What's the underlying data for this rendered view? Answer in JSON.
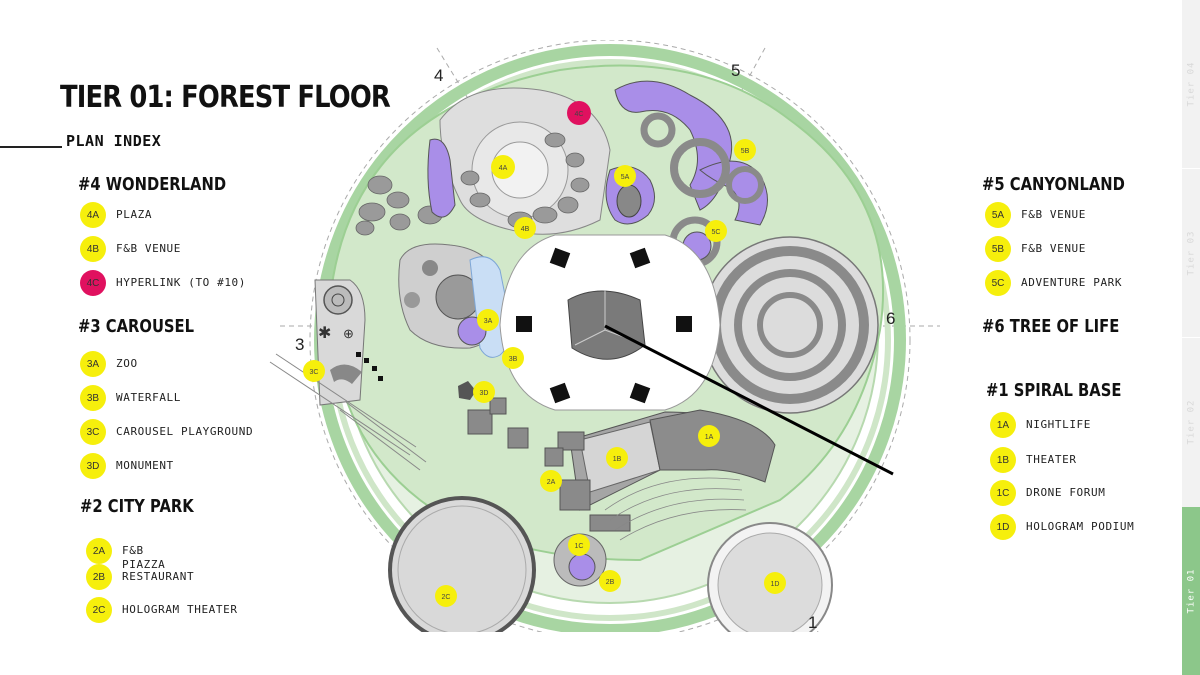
{
  "title": "TIER 01: FOREST FLOOR",
  "plan_index_label": "PLAN INDEX",
  "sections": {
    "wonderland": {
      "heading": "#4 WONDERLAND",
      "items": [
        {
          "code": "4A",
          "label": "PLAZA"
        },
        {
          "code": "4B",
          "label": "F&B VENUE"
        },
        {
          "code": "4C",
          "label": "HYPERLINK (TO #10)"
        }
      ]
    },
    "carousel": {
      "heading": "#3 CAROUSEL",
      "items": [
        {
          "code": "3A",
          "label": "ZOO"
        },
        {
          "code": "3B",
          "label": "WATERFALL"
        },
        {
          "code": "3C",
          "label": "CAROUSEL PLAYGROUND"
        },
        {
          "code": "3D",
          "label": "MONUMENT"
        }
      ]
    },
    "city_park": {
      "heading": "#2 CITY PARK",
      "items": [
        {
          "code": "2A",
          "label": "F&B\nPIAZZA"
        },
        {
          "code": "2B",
          "label": "RESTAURANT"
        },
        {
          "code": "2C",
          "label": "HOLOGRAM THEATER"
        }
      ]
    },
    "canyonland": {
      "heading": "#5 CANYONLAND",
      "items": [
        {
          "code": "5A",
          "label": "F&B VENUE"
        },
        {
          "code": "5B",
          "label": "F&B VENUE"
        },
        {
          "code": "5C",
          "label": "ADVENTURE PARK"
        }
      ]
    },
    "tree_of_life": {
      "heading": "#6 TREE OF LIFE"
    },
    "spiral_base": {
      "heading": "#1 SPIRAL BASE",
      "items": [
        {
          "code": "1A",
          "label": "NIGHTLIFE"
        },
        {
          "code": "1B",
          "label": "THEATER"
        },
        {
          "code": "1C",
          "label": "DRONE FORUM"
        },
        {
          "code": "1D",
          "label": "HOLOGRAM PODIUM"
        }
      ]
    }
  },
  "tabs": [
    "Tier 04",
    "Tier 03",
    "Tier 02",
    "Tier 01"
  ],
  "active_tab": "Tier 01",
  "plan": {
    "zone_numbers": [
      "1",
      "3",
      "4",
      "5",
      "6"
    ],
    "badges": [
      "4A",
      "4B",
      "4C",
      "5A",
      "5B",
      "5C",
      "3A",
      "3B",
      "3C",
      "3D",
      "1A",
      "1B",
      "1C",
      "1D",
      "2A",
      "2B",
      "2C"
    ]
  },
  "colors": {
    "badge": "#f6ef0c",
    "hyperlink_badge": "#e0115f",
    "park_green": "#cfe6c8",
    "ring_green": "#a8d5a2",
    "purple": "#a98ee8",
    "building_grey": "#8a8a8a",
    "water": "#c9def5",
    "active_tab": "#8cc78a"
  }
}
